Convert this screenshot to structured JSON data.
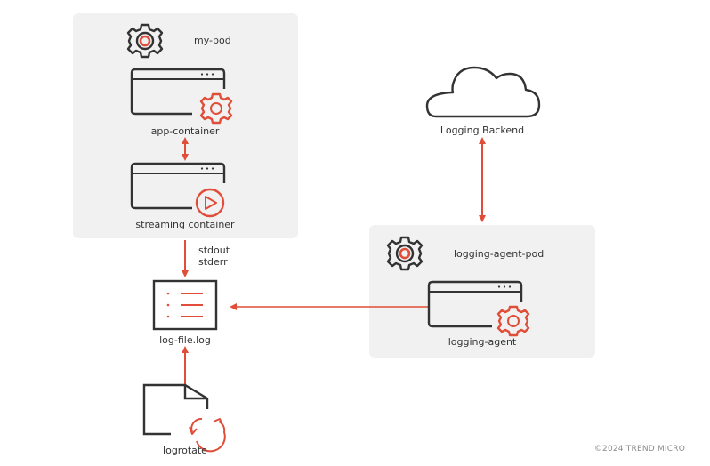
{
  "colors": {
    "accent": "#e04e39",
    "stroke": "#333333",
    "box": "#f1f1f1"
  },
  "my_pod": {
    "title": "my-pod",
    "app_container": "app-container",
    "streaming_container": "streaming container"
  },
  "stream_labels": {
    "stdout": "stdout",
    "stderr": "stderr"
  },
  "log_file": "log-file.log",
  "logrotate": "logrotate",
  "logging_backend": "Logging Backend",
  "logging_agent_pod": {
    "title": "logging-agent-pod",
    "agent": "logging-agent"
  },
  "copyright": "©2024 TREND MICRO"
}
